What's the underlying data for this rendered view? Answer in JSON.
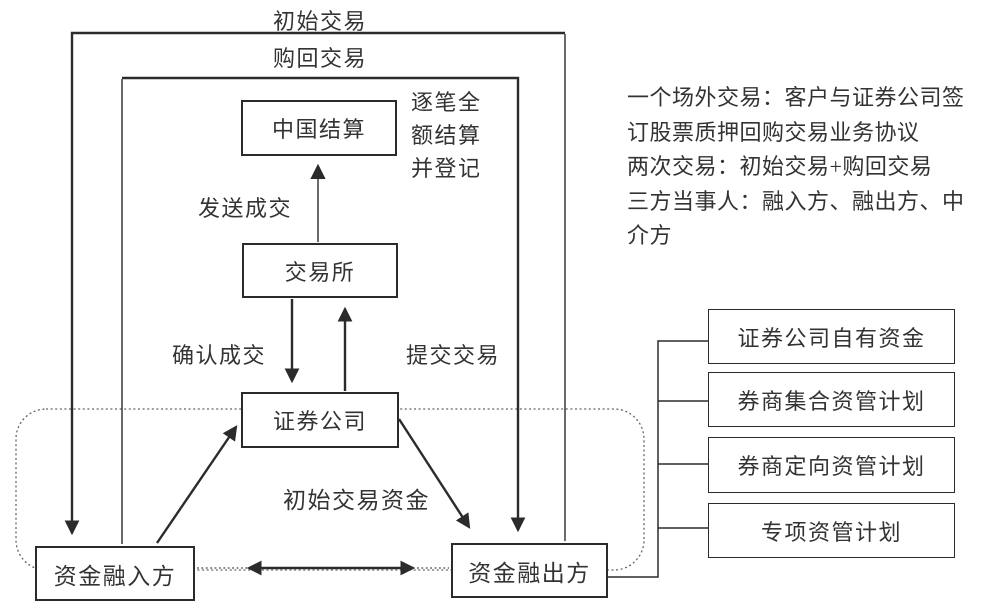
{
  "diagram": {
    "top_labels": {
      "initial_trade": "初始交易",
      "repurchase_trade": "购回交易"
    },
    "nodes": {
      "china_clearing": "中国结算",
      "exchange": "交易所",
      "securities_company": "证券公司",
      "fund_borrower": "资金融入方",
      "fund_lender": "资金融出方"
    },
    "edge_labels": {
      "settle_register": "逐笔全\n额结算\n并登记",
      "send_trade": "发送成交",
      "confirm_trade": "确认成交",
      "submit_trade": "提交交易",
      "initial_trade_funds": "初始交易资金"
    },
    "funding_sources": [
      "证券公司自有资金",
      "券商集合资管计划",
      "券商定向资管计划",
      "专项资管计划"
    ],
    "note": "一个场外交易：客户与证券公司签\n订股票质押回购交易业务协议\n两次交易：初始交易+购回交易\n三方当事人：融入方、融出方、中\n介方",
    "colors": {
      "line": "#2b2b2b",
      "text": "#333333",
      "background": "#ffffff"
    }
  }
}
